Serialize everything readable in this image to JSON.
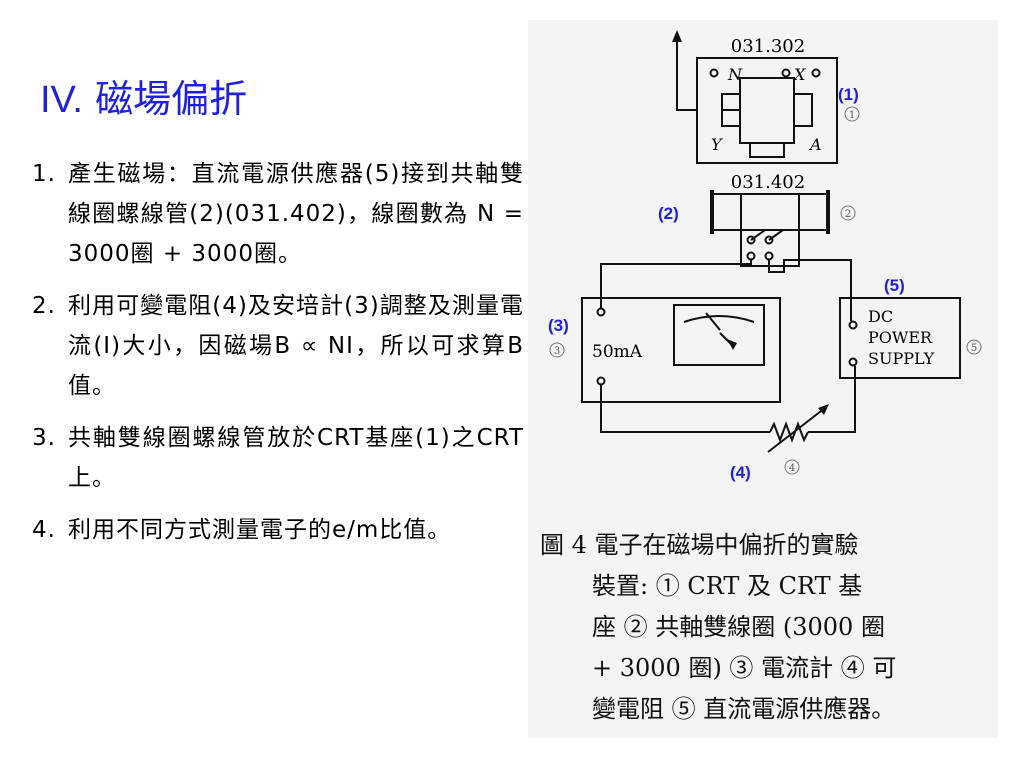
{
  "slide": {
    "title_roman": "IV.",
    "title_text": "磁場偏折",
    "items": [
      {
        "num": "1.",
        "text": "產生磁場：直流電源供應器(5)接到共軸雙線圈螺線管(2)(031.402)，線圈數為 N = 3000圈 + 3000圈。"
      },
      {
        "num": "2.",
        "text": "利用可變電阻(4)及安培計(3)調整及測量電流(I)大小，因磁場B ∝ NI，所以可求算B值。"
      },
      {
        "num": "3.",
        "text": "共軸雙線圈螺線管放於CRT基座(1)之CRT上。"
      },
      {
        "num": "4.",
        "text": "利用不同方式測量電子的e/m比值。"
      }
    ]
  },
  "figure": {
    "crt_model": "031.302",
    "coil_model": "031.402",
    "crt_terminal_n": "N",
    "crt_terminal_x": "X",
    "crt_terminal_y": "Y",
    "crt_terminal_a": "A",
    "ammeter_label": "50mA",
    "supply_line1": "DC",
    "supply_line2": "POWER",
    "supply_line3": "SUPPLY",
    "blue_labels": {
      "crt": "(1)",
      "coil": "(2)",
      "supply": "(5)",
      "ammeter": "(3)",
      "resistor": "(4)"
    },
    "circled_marks": {
      "crt": "1",
      "coil": "2",
      "ammeter": "3",
      "resistor": "4",
      "supply": "5"
    },
    "caption_lines": [
      "圖  4  電子在磁場中偏折的實驗",
      "裝置: ① CRT 及 CRT 基",
      "座 ② 共軸雙線圈 (3000 圈",
      "+ 3000 圈) ③ 電流計 ④ 可",
      "變電阻 ⑤ 直流電源供應器。"
    ]
  }
}
